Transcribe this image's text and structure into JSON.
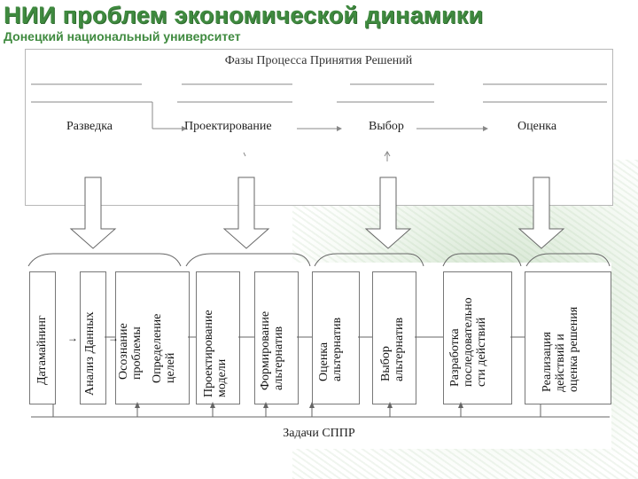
{
  "header": {
    "title": "НИИ проблем экономической динамики",
    "subtitle": "Донецкий национальный университет"
  },
  "top_panel": {
    "title": "Фазы Процесса Принятия Решений",
    "phases": [
      "Разведка",
      "Проектирование",
      "Выбор",
      "Оценка"
    ]
  },
  "tasks": {
    "items": [
      {
        "lines": [
          "Датамайнинг",
          "↓"
        ]
      },
      {
        "lines": [
          "Анализ Данных",
          "↓"
        ]
      },
      {
        "lines": [
          "Осознание",
          "проблемы",
          "Определение",
          "целей"
        ]
      },
      {
        "lines": [
          "Проектирование",
          "модели"
        ]
      },
      {
        "lines": [
          "Формирование",
          "альтернатив"
        ]
      },
      {
        "lines": [
          "Оценка",
          "альтернатив"
        ]
      },
      {
        "lines": [
          "Выбор",
          "альтернатив"
        ]
      },
      {
        "lines": [
          "Разработка",
          "последовательно",
          "сти действий"
        ]
      },
      {
        "lines": [
          "Реализация",
          "действий и",
          "оценка решения"
        ]
      }
    ],
    "label": "Задачи СППР"
  },
  "colors": {
    "header_green": "#3f8a3f",
    "arrow_fill": "#ffffff",
    "arrow_stroke": "#666666",
    "line": "#666666"
  }
}
